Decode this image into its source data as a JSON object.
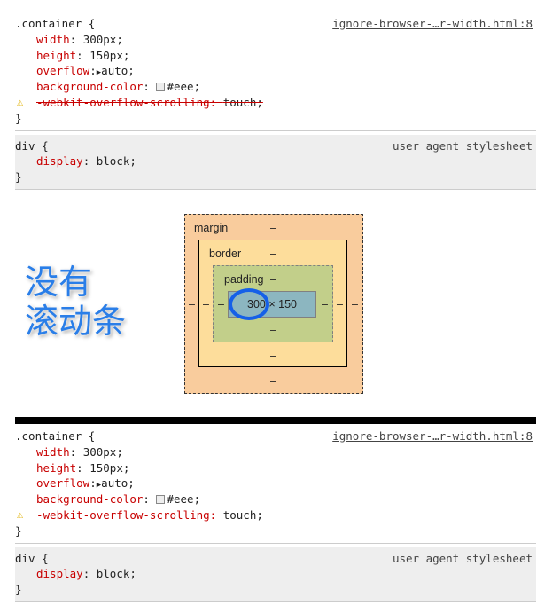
{
  "top": {
    "selector": ".container {",
    "source": "ignore-browser-…r-width.html:8",
    "props": [
      {
        "name": "width",
        "value": "300px;"
      },
      {
        "name": "height",
        "value": "150px;"
      },
      {
        "name": "overflow",
        "value": "auto;"
      },
      {
        "name": "background-color",
        "value": "#eee;"
      }
    ],
    "warn_prop": {
      "name": "-webkit-overflow-scrolling",
      "value": "touch;"
    },
    "close": "}",
    "ua": {
      "selector": "div {",
      "source": "user agent stylesheet",
      "prop": "display",
      "value": "block;",
      "close": "}"
    }
  },
  "bottom": {
    "selector": ".container {",
    "source": "ignore-browser-…r-width.html:8",
    "props": [
      {
        "name": "width",
        "value": "300px;"
      },
      {
        "name": "height",
        "value": "150px;"
      },
      {
        "name": "overflow",
        "value": "auto;"
      },
      {
        "name": "background-color",
        "value": "#eee;"
      }
    ],
    "warn_prop": {
      "name": "-webkit-overflow-scrolling",
      "value": "touch;"
    },
    "close": "}",
    "ua": {
      "selector": "div {",
      "source": "user agent stylesheet",
      "prop": "display",
      "value": "block;",
      "close": "}"
    }
  },
  "boxmodel": {
    "margin_label": "margin",
    "border_label": "border",
    "padding_label": "padding",
    "dash": "–",
    "content_size": "300 × 150"
  },
  "annotation": {
    "line1": "没有",
    "line2": "滚动条"
  },
  "colors": {
    "margin": "#f9cc9d",
    "border": "#fddd9b",
    "padding": "#c2cf8a",
    "content": "#8cb6c0",
    "annotation": "#2a7ee8"
  }
}
